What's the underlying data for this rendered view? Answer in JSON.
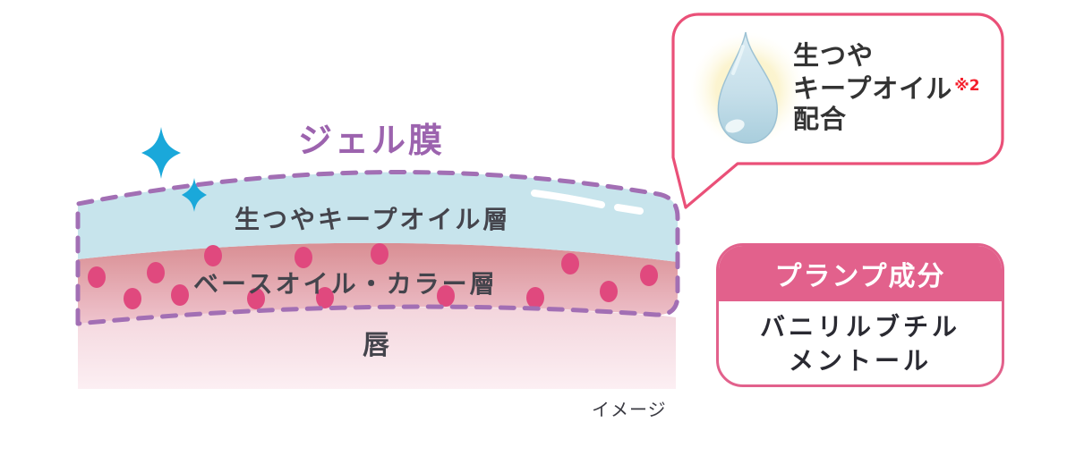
{
  "colors": {
    "purple": "#9C63AE",
    "dash": "#A26FB4",
    "blue": "#C7E4EC",
    "dot": "#E0497E",
    "sparkle": "#1AA8DA",
    "bubble-border": "#EA5078",
    "plump-pink": "#E2618C",
    "text-dark": "#44444C",
    "text-black": "#2A2A32",
    "red-note": "#F41F2C",
    "bubble-text": "#333333"
  },
  "diagram": {
    "title": "ジェル膜",
    "layers": [
      {
        "label": "生つやキープオイル層"
      },
      {
        "label": "ベースオイル・カラー層"
      },
      {
        "label": "唇"
      }
    ],
    "note": "イメージ"
  },
  "bubble": {
    "icon": "water-droplet",
    "line1": "生つや",
    "line2": "キープオイル",
    "superscript": "※2",
    "line3": "配合"
  },
  "plump_box": {
    "header": "プランプ成分",
    "ingredients": [
      "バニリルブチル",
      "メントール"
    ]
  }
}
